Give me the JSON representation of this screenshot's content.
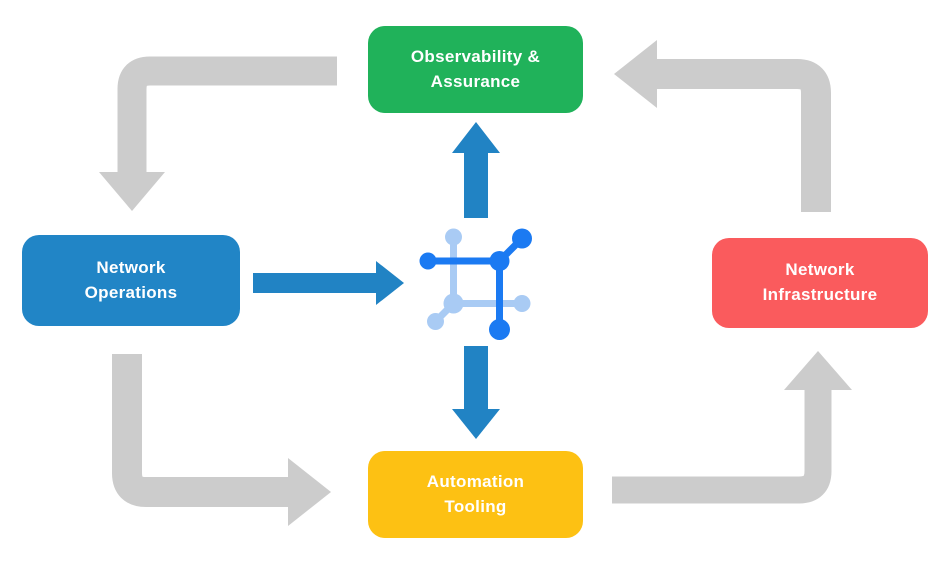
{
  "colors": {
    "background": "#ffffff",
    "cycle_arrow": "#cccccc",
    "flow_arrow": "#2183c4",
    "icon_blue": "#1b7af2",
    "icon_light_blue": "#a9cbf4",
    "node_text": "#ffffff"
  },
  "nodes": {
    "observability": {
      "label": "Observability & Assurance",
      "line1": "Observability &",
      "line2": "Assurance",
      "color": "#20b25a"
    },
    "operations": {
      "label": "Network Operations",
      "line1": "Network",
      "line2": "Operations",
      "color": "#2185c6"
    },
    "infrastructure": {
      "label": "Network Infrastructure",
      "line1": "Network",
      "line2": "Infrastructure",
      "color": "#fa5b5d"
    },
    "automation": {
      "label": "Automation Tooling",
      "line1": "Automation",
      "line2": "Tooling",
      "color": "#fdc113"
    }
  },
  "center": {
    "icon": "network-fabric-icon"
  },
  "flows": {
    "outer_cycle": [
      {
        "from": "Observability & Assurance",
        "to": "Network Operations"
      },
      {
        "from": "Network Operations",
        "to": "Automation Tooling"
      },
      {
        "from": "Automation Tooling",
        "to": "Network Infrastructure"
      },
      {
        "from": "Network Infrastructure",
        "to": "Observability & Assurance"
      }
    ],
    "center_links": [
      {
        "from": "Network Operations",
        "to": "center-icon"
      },
      {
        "from": "center-icon",
        "to": "Observability & Assurance"
      },
      {
        "from": "center-icon",
        "to": "Automation Tooling"
      }
    ]
  }
}
